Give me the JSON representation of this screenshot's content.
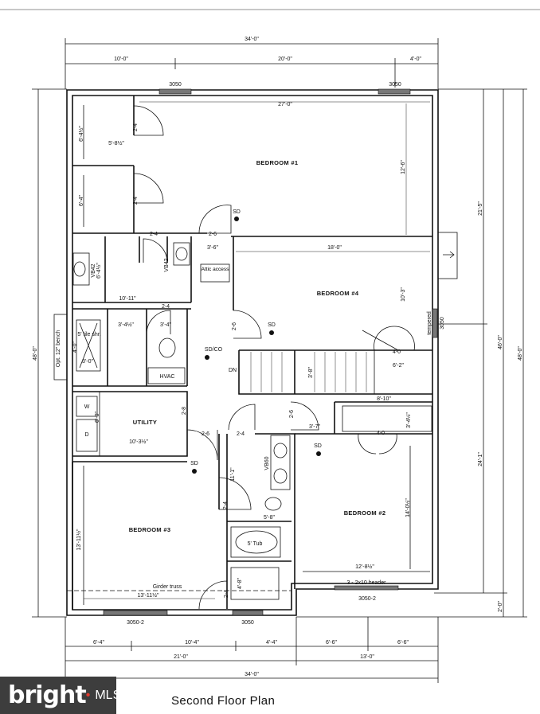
{
  "title": "Second Floor Plan",
  "watermark": {
    "brand": "bright",
    "suffix": "MLS",
    "accent": "#e23a2e",
    "background": "#3d3d3d"
  },
  "dimensions": {
    "top_total": "34'-0\"",
    "top_left": "10'-0\"",
    "top_mid": "20'-0\"",
    "top_right": "4'-0\"",
    "left_total": "48'-0\"",
    "right_outer": "48'-0\"",
    "right_mid": "46'-0\"",
    "right_upper": "21'-5\"",
    "right_lower": "24'-1\"",
    "right_bottom": "2'-0\"",
    "bottom_seg1": "6'-4\"",
    "bottom_seg2": "10'-4\"",
    "bottom_seg3": "4'-4\"",
    "bottom_seg4": "6'-6\"",
    "bottom_seg5": "6'-6\"",
    "bottom_left": "21'-0\"",
    "bottom_right": "13'-0\"",
    "bottom_total": "34'-0\""
  },
  "windows": {
    "top_left": "3050",
    "top_right": "3050",
    "bottom_left": "3050-2",
    "bottom_mid": "3050",
    "bottom_right": "3050-2",
    "right_side": "3050",
    "right_side_note": "tempered"
  },
  "rooms": {
    "bedroom1": "BEDROOM #1",
    "bedroom2": "BEDROOM #2",
    "bedroom3": "BEDROOM #3",
    "bedroom4": "BEDROOM #4",
    "utility": "UTILITY",
    "hvac": "HVAC",
    "attic": "Attic access",
    "hall": "SD/CO",
    "stairs_dn": "DN",
    "tub": "5' Tub",
    "tile": "5' tile shr.",
    "bench": "Opt. 12\" bench",
    "washer": "W",
    "dryer": "D"
  },
  "notes": {
    "girder": "Girder truss",
    "header": "3 - 2x10 header",
    "vb42_top": "VB42",
    "vb42_bath": "VB42",
    "vb42_bath_dim": "6'-4½\"",
    "vb60": "VB60"
  },
  "labels": {
    "d27_0": "27'-0\"",
    "d5_8h": "5'-8½\"",
    "d6_4h": "6'-4½\"",
    "d6_4": "6'-4\"",
    "d12_6": "12'-6\"",
    "d2_4a": "2-4",
    "d2_4b": "2-4",
    "d2_4c": "2-4",
    "d2_4d": "2-4",
    "d2_4e": "2-4",
    "d2_4f": "2-4",
    "d2_4g": "2-4",
    "d2_6a": "2-6",
    "d2_6b": "2-6",
    "d2_6c": "2-6",
    "d2_6d": "2-6",
    "d2_8": "2-8",
    "d3_6": "3'-6\"",
    "d18_0": "18'-0\"",
    "d10_3": "10'-3\"",
    "d10_11": "10'-11\"",
    "d3_4h": "3'-4½\"",
    "d3_4": "3'-4\"",
    "d3_0": "3'-0\"",
    "d4_0a": "4'-0\"",
    "d4_0b": "4'-0\"",
    "d4_0c": "4-0",
    "d4_0d": "4-0",
    "d6_2": "6'-2\"",
    "d3_8": "3'-8\"",
    "d8_10": "8'-10\"",
    "d3_4h2": "3'-4½\"",
    "d3_7": "3'-7\"",
    "d10_3h": "10'-3½\"",
    "d11_1": "11'-1\"",
    "d5_8": "5'-8\"",
    "d14_0h": "14'-0½\"",
    "d13_11h_v": "13'-11½\"",
    "d13_11h": "13'-11½\"",
    "d12_8h": "12'-8½\"",
    "d4_8": "4'-8\"",
    "d2_4h": "2-4",
    "d6_0": "6'-0\"",
    "sd1": "SD",
    "sd2": "SD",
    "sd3": "SD",
    "sd4": "SD"
  }
}
